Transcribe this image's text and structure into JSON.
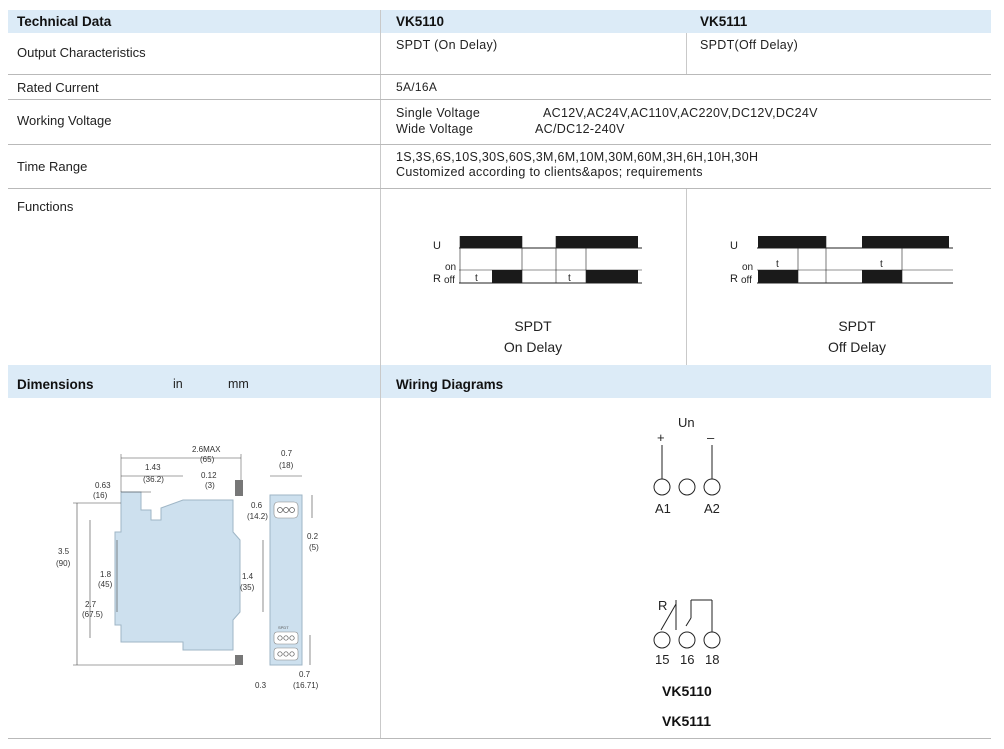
{
  "table": {
    "header": {
      "col1": "Technical Data",
      "col2": "VK5110",
      "col3": "VK5111"
    },
    "rows": {
      "output": {
        "label": "Output Characteristics",
        "vk5110": "SPDT (On Delay)",
        "vk5111": "SPDT(Off Delay)"
      },
      "current": {
        "label": "Rated Current",
        "value": "5A/16A"
      },
      "voltage": {
        "label": "Working Voltage",
        "single_label": "Single Voltage",
        "single_value": "AC12V,AC24V,AC110V,AC220V,DC12V,DC24V",
        "wide_label": "Wide Voltage",
        "wide_value": "AC/DC12-240V"
      },
      "time": {
        "label": "Time Range",
        "line1": "1S,3S,6S,10S,30S,60S,3M,6M,10M,30M,60M,3H,6H,10H,30H",
        "line2": "Customized according to clients&apos; requirements"
      },
      "functions": {
        "label": "Functions",
        "on_delay": {
          "line1": "SPDT",
          "line2": "On Delay"
        },
        "off_delay": {
          "line1": "SPDT",
          "line2": "Off Delay"
        },
        "diagram_labels": {
          "u": "U",
          "on": "on",
          "r": "R",
          "off": "off",
          "t": "t"
        }
      }
    }
  },
  "sections": {
    "dimensions": {
      "title": "Dimensions",
      "in": "in",
      "mm": "mm"
    },
    "wiring": {
      "title": "Wiring Diagrams"
    }
  },
  "dimensions": {
    "w_max": "2.6MAX",
    "w_max_mm": "(65)",
    "a": "1.43",
    "a_mm": "(36.2)",
    "b": "0.63",
    "b_mm": "(16)",
    "c": "0.12",
    "c_mm": "(3)",
    "h": "3.5",
    "h_mm": "(90)",
    "d": "1.8",
    "d_mm": "(45)",
    "e": "2.7",
    "e_mm": "(67.5)",
    "f": "0.7",
    "f_mm": "(18)",
    "g": "0.6",
    "g_mm": "(14.2)",
    "i": "0.2",
    "i_mm": "(5)",
    "j": "1.4",
    "j_mm": "(35)",
    "k": "0.3",
    "l": "0.7",
    "l_mm": "(16.71)",
    "spdt_tag": "SPDT"
  },
  "wiring": {
    "un": "Un",
    "plus": "+",
    "minus": "–",
    "a1": "A1",
    "a2": "A2",
    "r": "R",
    "t15": "15",
    "t16": "16",
    "t18": "18",
    "model1": "VK5110",
    "model2": "VK5111"
  }
}
